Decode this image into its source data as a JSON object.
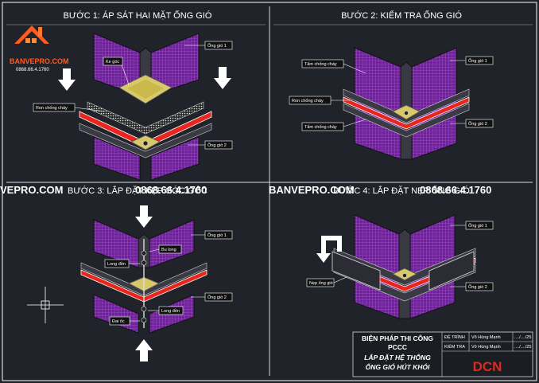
{
  "steps": [
    {
      "title": "BƯỚC 1: ÁP SÁT HAI MẶT ỐNG GIÓ"
    },
    {
      "title": "BƯỚC 2: KIỂM TRA ỐNG GIÓ"
    },
    {
      "title": "BƯỚC 3: LẮP ĐẶT KẸP GÓC GÓC"
    },
    {
      "title": "BƯỚC 4: LẮP ĐẶT NẸP ỐNG GIÓ"
    }
  ],
  "labels": {
    "duct1": "Ống gió 1",
    "duct2": "Ống gió 2",
    "corner_clip": "Ke góc",
    "fire_gasket": "Ron chống cháy",
    "fire_plate": "Tấm chống cháy",
    "bolt": "Bu long",
    "washer": "Long đền",
    "nut": "Đai ốc",
    "flange_clamp": "Nẹp ống gió"
  },
  "watermark": {
    "brand": "BANVEPRO.COM",
    "phone": "0868.66.4.1760",
    "logo_phone": "0868.66.4.1760",
    "left_fragment": "VEPRO.COM"
  },
  "title_block": {
    "line1": "BIỆN PHÁP THI CÔNG",
    "line2": "PCCC",
    "line3": "LẮP ĐẶT HỆ THỐNG",
    "line4": "ỐNG GIÓ HÚT KHÓI",
    "rows": [
      {
        "role": "ĐỆ TRÌNH",
        "name": "Võ Hùng Mạnh",
        "date": "..../..../25"
      },
      {
        "role": "KIỂM TRA",
        "name": "Võ Hùng Mạnh",
        "date": "..../..../25"
      }
    ],
    "company": "DCN"
  },
  "colors": {
    "background": "#20242a",
    "frame": "#d8d8d8",
    "duct_face": "#7a2aa8",
    "duct_grid": "#b06ad8",
    "gasket": "#e8261e",
    "bracket": "#c8b040",
    "logo": "#ff5a1f"
  }
}
